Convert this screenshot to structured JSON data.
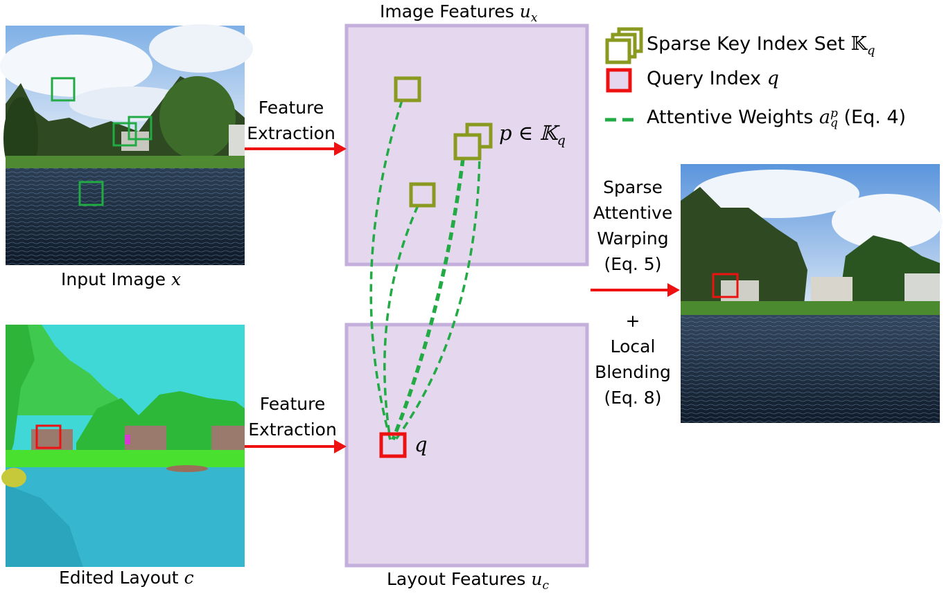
{
  "image_features": {
    "label": "Image Features",
    "symbol": "u",
    "subscript": "x"
  },
  "layout_features": {
    "label": "Layout Features",
    "symbol": "u",
    "subscript": "c"
  },
  "input_image": {
    "label": "Input Image",
    "symbol": "x"
  },
  "edited_layout": {
    "label": "Edited Layout",
    "symbol": "c"
  },
  "arrows": {
    "top_label_1": "Feature",
    "top_label_2": "Extraction",
    "bottom_label_1": "Feature",
    "bottom_label_2": "Extraction"
  },
  "warp": {
    "lines": [
      "Sparse",
      "Attentive",
      "Warping",
      "(Eq. 5)"
    ],
    "plus": "+",
    "blend_lines": [
      "Local",
      "Blending",
      "(Eq. 8)"
    ]
  },
  "legend": {
    "sparse_key": {
      "text": "Sparse Key Index Set",
      "symbol": "𝕂",
      "subscript": "q"
    },
    "query": {
      "text": "Query Index",
      "symbol": "q"
    },
    "attentive": {
      "text": "Attentive Weights",
      "symbol": "a",
      "subscript": "q",
      "superscript": "p",
      "suffix": "(Eq. 4)"
    }
  },
  "annotations": {
    "p_in_k": "p ∈ 𝕂",
    "p_in_k_sub": "q",
    "q_label": "q"
  },
  "colors": {
    "feature_box_fill": "#e4d7ee",
    "feature_box_border": "#c4aedb",
    "key_index": "#8a9a20",
    "query_index": "#ee1111",
    "attention": "#22aa44",
    "arrow": "#ee1111"
  }
}
